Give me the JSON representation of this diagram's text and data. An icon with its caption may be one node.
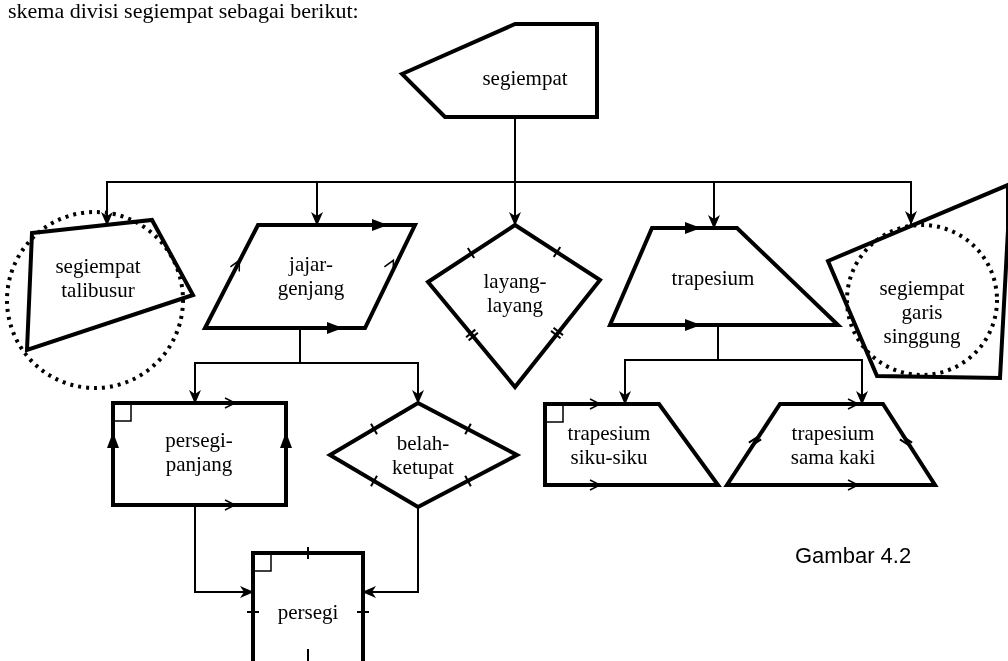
{
  "diagram": {
    "title": "skema divisi segiempat sebagai berikut:",
    "caption": "Gambar 4.2",
    "nodes": [
      {
        "text": [
          "segiempat"
        ]
      },
      {
        "text": [
          "segiempat talibusur"
        ]
      },
      {
        "text": [
          "jajar-genjang"
        ]
      },
      {
        "text": [
          "layang-layang"
        ]
      },
      {
        "text": [
          "trapesium"
        ]
      },
      {
        "text": [
          "segiempat garis singgung"
        ]
      },
      {
        "text": [
          "persegi-panjang"
        ]
      },
      {
        "text": [
          "belah-ketupat"
        ]
      },
      {
        "text": [
          "trapesium siku-siku"
        ]
      },
      {
        "text": [
          "trapesium sama kaki"
        ]
      },
      {
        "text": [
          "persegi"
        ]
      }
    ],
    "edges": [
      {
        "from": 0,
        "to": 1,
        "arrow": "to"
      },
      {
        "from": 0,
        "to": 2,
        "arrow": "to"
      },
      {
        "from": 0,
        "to": 3,
        "arrow": "to"
      },
      {
        "from": 0,
        "to": 4,
        "arrow": "to"
      },
      {
        "from": 0,
        "to": 5,
        "arrow": "to"
      },
      {
        "from": 2,
        "to": 6,
        "arrow": "to"
      },
      {
        "from": 2,
        "to": 7,
        "arrow": "to"
      },
      {
        "from": 4,
        "to": 8,
        "arrow": "to"
      },
      {
        "from": 4,
        "to": 9,
        "arrow": "to"
      },
      {
        "from": 6,
        "to": 10,
        "arrow": "to"
      },
      {
        "from": 7,
        "to": 10,
        "arrow": "to"
      }
    ]
  }
}
